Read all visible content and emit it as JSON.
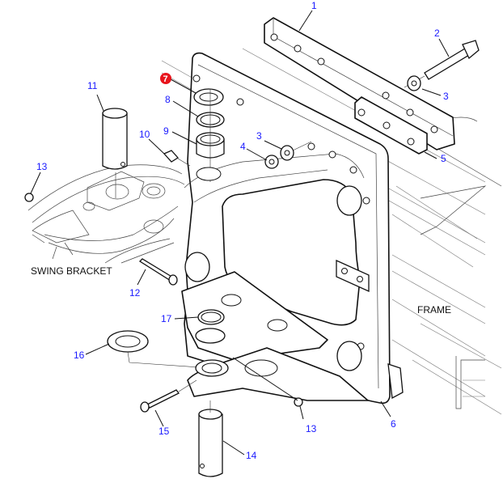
{
  "diagram": {
    "labels": {
      "swing_bracket": "SWING BRACKET",
      "frame": "FRAME"
    },
    "highlight_color": "#e8141c",
    "callout_color": "#1a1aff",
    "callouts": [
      {
        "id": "1",
        "text": "1",
        "highlighted": false
      },
      {
        "id": "2",
        "text": "2",
        "highlighted": false
      },
      {
        "id": "3a",
        "text": "3",
        "highlighted": false
      },
      {
        "id": "3b",
        "text": "3",
        "highlighted": false
      },
      {
        "id": "4",
        "text": "4",
        "highlighted": false
      },
      {
        "id": "5",
        "text": "5",
        "highlighted": false
      },
      {
        "id": "6",
        "text": "6",
        "highlighted": false
      },
      {
        "id": "7",
        "text": "7",
        "highlighted": true
      },
      {
        "id": "8",
        "text": "8",
        "highlighted": false
      },
      {
        "id": "9",
        "text": "9",
        "highlighted": false
      },
      {
        "id": "10",
        "text": "10",
        "highlighted": false
      },
      {
        "id": "11",
        "text": "11",
        "highlighted": false
      },
      {
        "id": "12",
        "text": "12",
        "highlighted": false
      },
      {
        "id": "13a",
        "text": "13",
        "highlighted": false
      },
      {
        "id": "13b",
        "text": "13",
        "highlighted": false
      },
      {
        "id": "14",
        "text": "14",
        "highlighted": false
      },
      {
        "id": "15",
        "text": "15",
        "highlighted": false
      },
      {
        "id": "16",
        "text": "16",
        "highlighted": false
      },
      {
        "id": "17",
        "text": "17",
        "highlighted": false
      }
    ]
  }
}
